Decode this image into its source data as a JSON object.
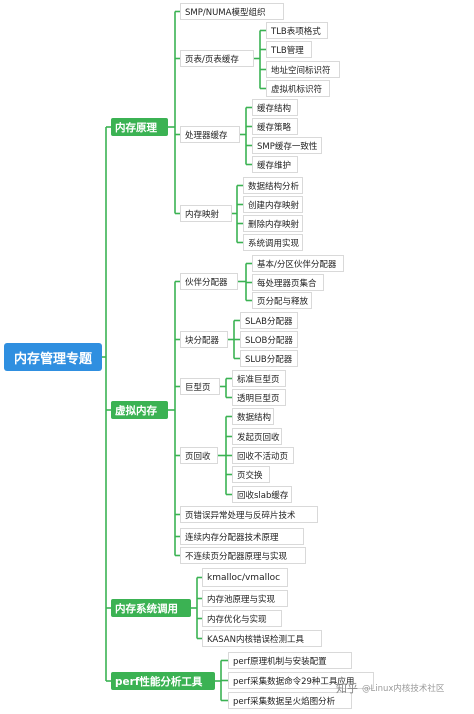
{
  "root": {
    "label": "内存管理专题"
  },
  "branches": [
    {
      "label": "内存原理",
      "children": [
        {
          "label": "SMP/NUMA模型组织",
          "children": []
        },
        {
          "label": "页表/页表缓存",
          "children": [
            "TLB表项格式",
            "TLB管理",
            "地址空间标识符",
            "虚拟机标识符"
          ]
        },
        {
          "label": "处理器缓存",
          "children": [
            "缓存结构",
            "缓存策略",
            "SMP缓存一致性",
            "缓存维护"
          ]
        },
        {
          "label": "内存映射",
          "children": [
            "数据结构分析",
            "创建内存映射",
            "删除内存映射",
            "系统调用实现"
          ]
        }
      ]
    },
    {
      "label": "虚拟内存",
      "children": [
        {
          "label": "伙伴分配器",
          "children": [
            "基本/分区伙伴分配器",
            "每处理器页集合",
            "页分配与释放"
          ]
        },
        {
          "label": "块分配器",
          "children": [
            "SLAB分配器",
            "SLOB分配器",
            "SLUB分配器"
          ]
        },
        {
          "label": "巨型页",
          "children": [
            "标准巨型页",
            "透明巨型页"
          ]
        },
        {
          "label": "页回收",
          "children": [
            "数据结构",
            "发起页回收",
            "回收不活动页",
            "页交换",
            "回收slab缓存"
          ]
        },
        {
          "label": "页错误异常处理与反碎片技术",
          "children": []
        },
        {
          "label": "连续内存分配器技术原理",
          "children": []
        },
        {
          "label": "不连续页分配器原理与实现",
          "children": []
        }
      ]
    },
    {
      "label": "内存系统调用",
      "children": [
        {
          "label": "kmalloc/vmalloc",
          "children": []
        },
        {
          "label": "内存池原理与实现",
          "children": []
        },
        {
          "label": "内存优化与实现",
          "children": []
        },
        {
          "label": "KASAN内核错误检测工具",
          "children": []
        }
      ]
    },
    {
      "label": "perf性能分析工具",
      "children": [
        {
          "label": "perf原理机制与安装配置",
          "children": []
        },
        {
          "label": "perf采集数据命令29种工具应用",
          "children": []
        },
        {
          "label": "perf采集数据呈火焰图分析",
          "children": []
        }
      ]
    }
  ],
  "watermark": {
    "site": "知乎",
    "user": "@Linux内核技术社区"
  },
  "colors": {
    "root": "#2f8fe0",
    "branch": "#3bb253",
    "line": "#3bb253",
    "node_border": "#d9d9d9"
  }
}
